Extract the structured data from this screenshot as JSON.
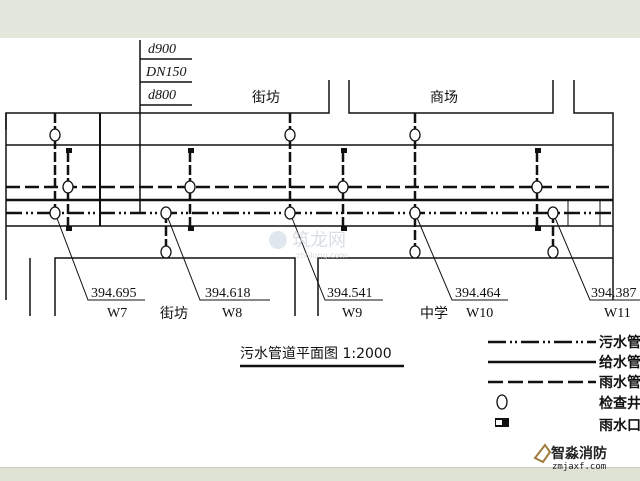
{
  "pipe_specs": [
    "d900",
    "DN150",
    "d800"
  ],
  "blocks": {
    "upper_left": "街坊",
    "upper_right": "商场",
    "lower_left": "街坊",
    "lower_right": "中学"
  },
  "manholes": [
    {
      "elevation": "394.695",
      "id": "W7"
    },
    {
      "elevation": "394.618",
      "id": "W8"
    },
    {
      "elevation": "394.541",
      "id": "W9"
    },
    {
      "elevation": "394.464",
      "id": "W10"
    },
    {
      "elevation": "394.387",
      "id": "W11"
    }
  ],
  "title": "污水管道平面图 1:2000",
  "legend": [
    "污水管",
    "给水管",
    "雨水管",
    "检查井",
    "雨水口"
  ],
  "watermark": {
    "name": "筑龙网",
    "url": "zhulong.com"
  },
  "logo": {
    "name": "智淼消防",
    "url": "zmjaxf.com"
  }
}
